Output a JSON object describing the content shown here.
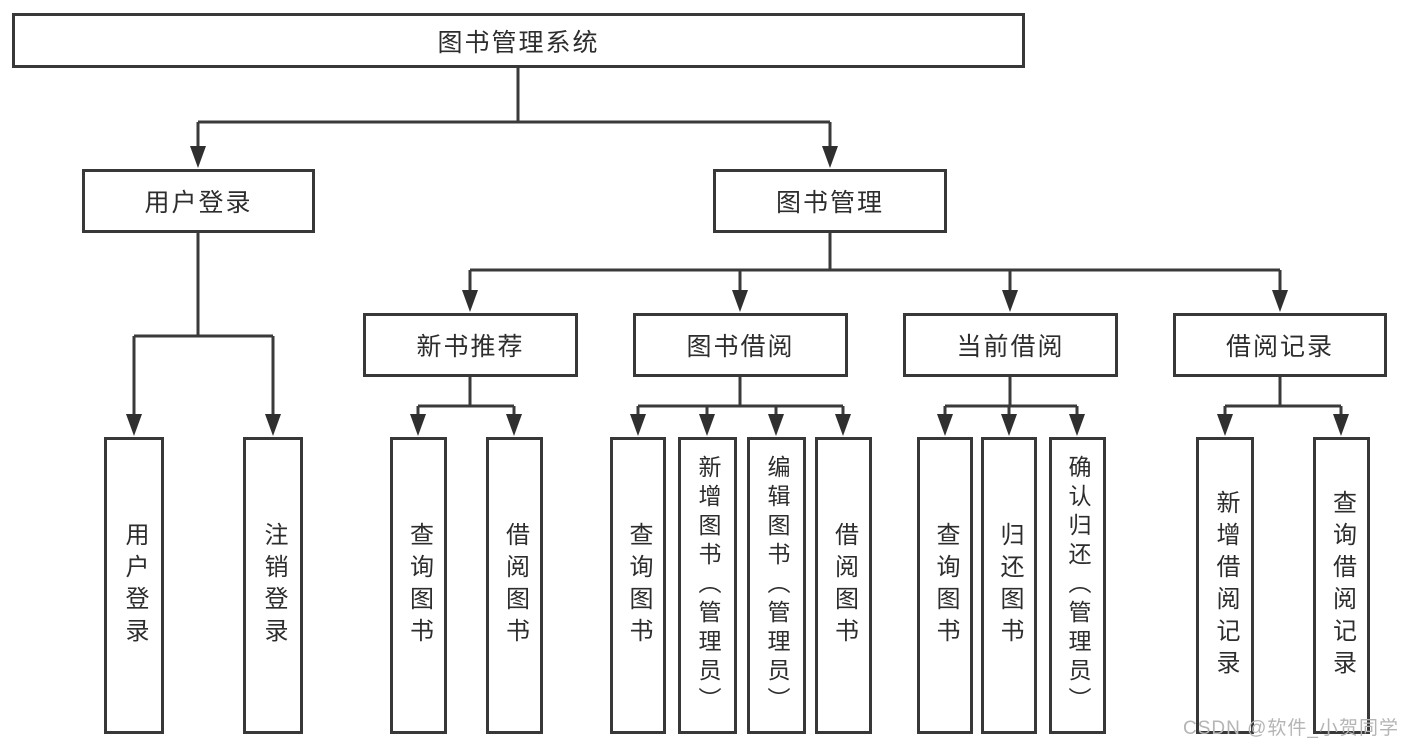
{
  "nodes": {
    "root": "图书管理系统",
    "user_login": "用户登录",
    "book_management": "图书管理",
    "new_book_recommend": "新书推荐",
    "book_borrow": "图书借阅",
    "current_borrow": "当前借阅",
    "borrow_record": "借阅记录",
    "leaf_user_login": "用户登录",
    "leaf_logout": "注销登录",
    "leaf_nbr_query_book": "查询图书",
    "leaf_nbr_borrow_book": "借阅图书",
    "leaf_bb_query_book": "查询图书",
    "leaf_bb_add_book": "新增图书（管理员）",
    "leaf_bb_edit_book": "编辑图书（管理员）",
    "leaf_bb_borrow_book": "借阅图书",
    "leaf_cb_query_book": "查询图书",
    "leaf_cb_return_book": "归还图书",
    "leaf_cb_confirm_return": "确认归还（管理员）",
    "leaf_br_add_record": "新增借阅记录",
    "leaf_br_query_record": "查询借阅记录"
  },
  "watermark": "CSDN @软件_小贺同学",
  "colors": {
    "line": "#3a3a3a",
    "box_border": "#383838",
    "text": "#2d2d2d",
    "watermark": "#b5b5b5",
    "background": "#ffffff"
  }
}
